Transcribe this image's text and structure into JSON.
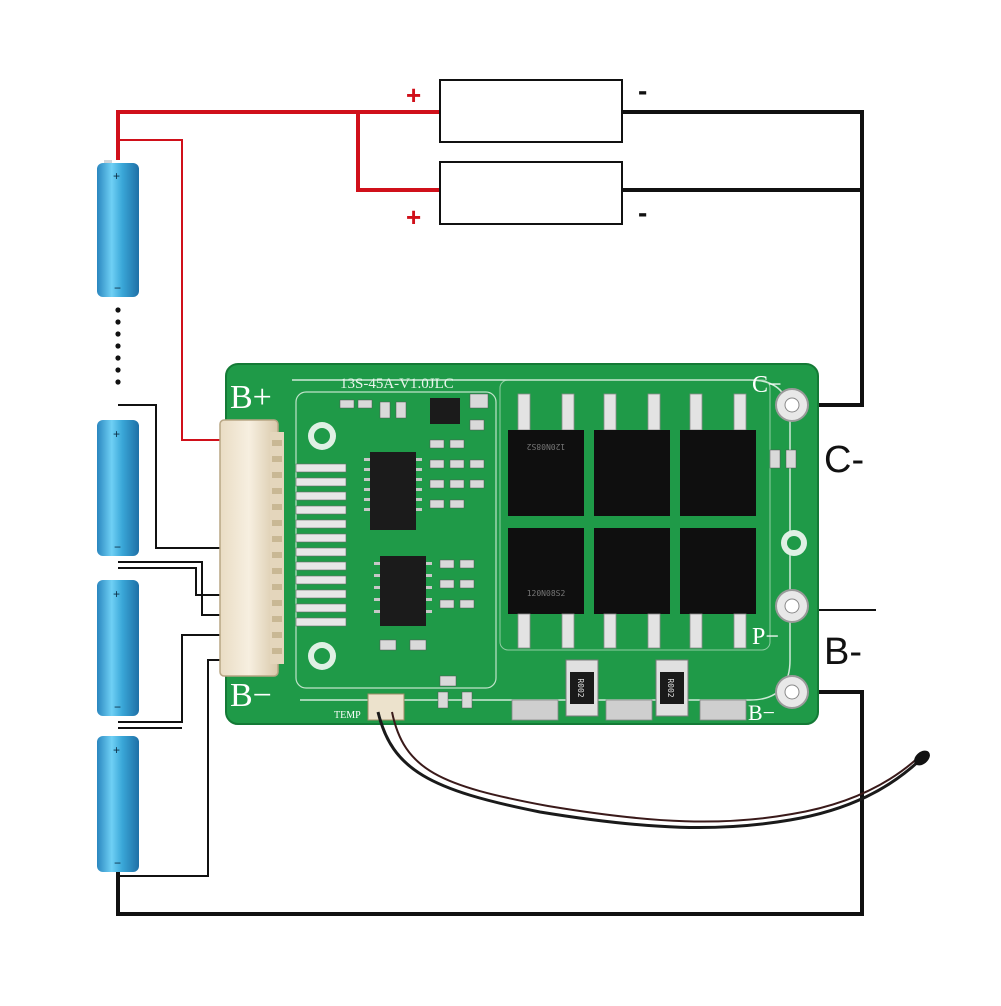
{
  "board": {
    "model_label": "13S-45A-V1.0JLC",
    "pad_b_plus": "B+",
    "pad_b_minus": "B−",
    "pad_c_minus": "C−",
    "pad_p_minus": "P−",
    "pad_b_minus_right": "B−",
    "temp_label": "TEMP",
    "shunt_label_1": "R002",
    "shunt_label_2": "R002",
    "mosfet_top_marking": "120N08S2",
    "mosfet_bottom_marking": "120N08S2"
  },
  "terminals": {
    "c_minus": "C-",
    "b_minus": "B-"
  },
  "loads": {
    "top_plus": "+",
    "top_minus": "-",
    "bottom_plus": "+",
    "bottom_minus": "-"
  },
  "cells": {
    "plus_mark": "+",
    "minus_mark": "−"
  },
  "colors": {
    "positive_wire": "#d0101a",
    "wire": "#111111",
    "pcb": "#1f9a48",
    "cell": "#3aa7d8"
  }
}
